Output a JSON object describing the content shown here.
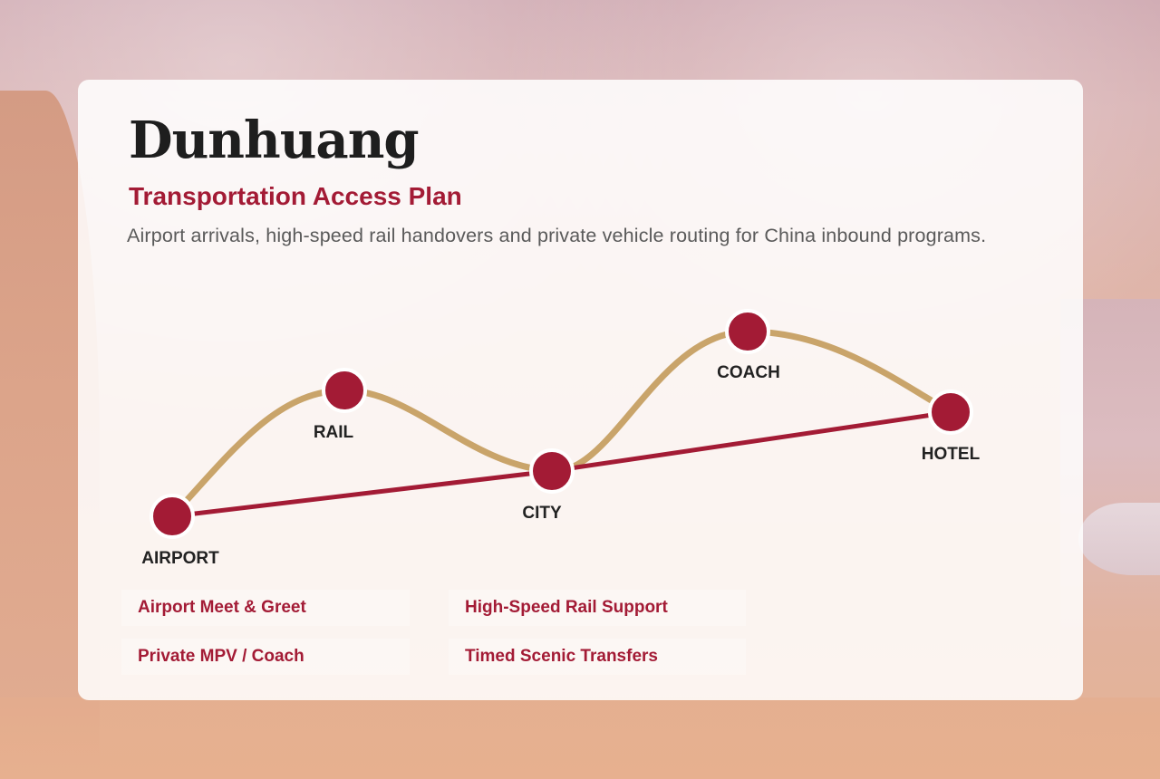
{
  "header": {
    "title": "Dunhuang",
    "subtitle": "Transportation Access Plan",
    "description": "Airport arrivals, high-speed rail handovers and private vehicle routing for China inbound programs."
  },
  "route": {
    "nodes": [
      {
        "id": "airport",
        "label": "AIRPORT"
      },
      {
        "id": "rail",
        "label": "RAIL"
      },
      {
        "id": "city",
        "label": "CITY"
      },
      {
        "id": "coach",
        "label": "COACH"
      },
      {
        "id": "hotel",
        "label": "HOTEL"
      }
    ],
    "colors": {
      "node_fill": "#a31b35",
      "node_ring": "#ffffff",
      "direct_line": "#a31b35",
      "scenic_curve": "#c9a46a"
    }
  },
  "services": [
    {
      "label": "Airport Meet & Greet"
    },
    {
      "label": "High-Speed Rail Support"
    },
    {
      "label": "Private MPV / Coach"
    },
    {
      "label": "Timed Scenic Transfers"
    }
  ]
}
